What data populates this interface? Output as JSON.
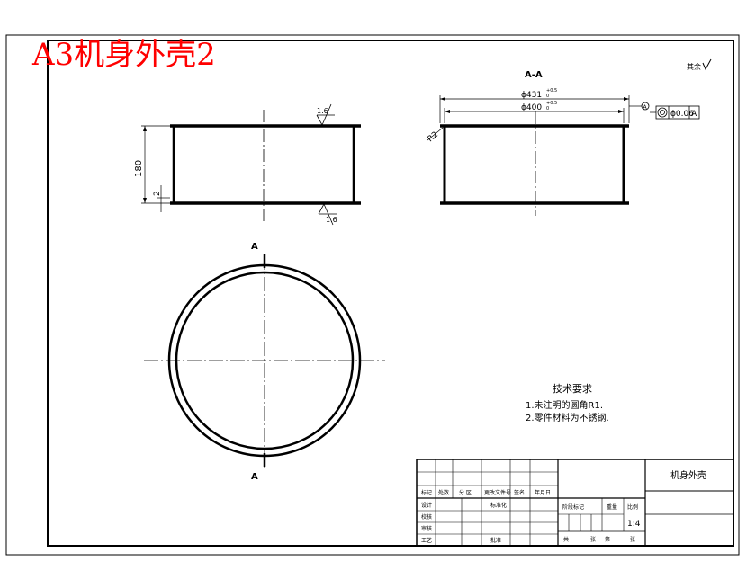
{
  "title_overlay": "A3机身外壳2",
  "section_label": "A-A",
  "surface_finish_other": "其余",
  "front_view": {
    "height_dim": "180",
    "wall_dim": "2",
    "roughness_top": "1.6",
    "roughness_bottom": "1.6"
  },
  "section_view": {
    "outer_dia": "ϕ431",
    "outer_tol_upper": "+0.5",
    "outer_tol_lower": "0",
    "inner_dia": "ϕ400",
    "inner_tol_upper": "+0.5",
    "inner_tol_lower": "0",
    "radius": "R2",
    "datum_ref": "A",
    "tolerance_value": "ϕ0.06",
    "tolerance_datum": "A"
  },
  "circle_view": {
    "cut_top": "A",
    "cut_bottom": "A"
  },
  "tech_requirements": {
    "heading": "技术要求",
    "items": [
      "1.未注明的圆角R1.",
      "2.零件材料为不锈钢."
    ]
  },
  "title_block": {
    "part_name": "机身外壳",
    "scale": "1:4",
    "row_labels": {
      "mark": "标记",
      "count": "处数",
      "zone": "分 区",
      "change_doc": "更改文件号",
      "signature": "签名",
      "date": "年月日",
      "design": "设计",
      "standardize": "标准化",
      "check": "校核",
      "process": "工艺",
      "review": "审核",
      "approve": "批准",
      "stage_mark": "阶段标记",
      "weight": "重量",
      "ratio": "比例",
      "sheets_total": "共",
      "sheet_unit": "张",
      "sheet_of": "第",
      "sheet_unit2": "张"
    }
  }
}
